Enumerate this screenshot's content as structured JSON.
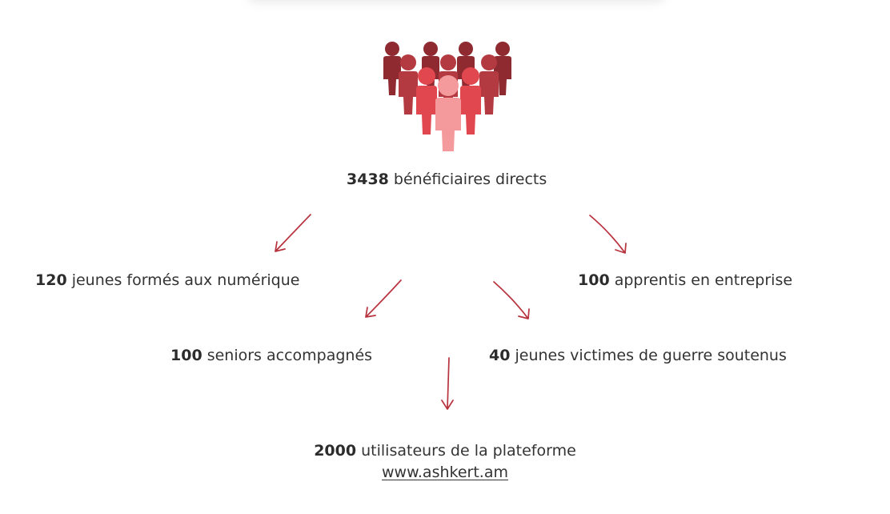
{
  "colors": {
    "arrow": "#b8323e",
    "people_dark": "#8e2a30",
    "people_mid": "#b43a42",
    "people_red": "#e0474f",
    "people_light": "#f59a9c"
  },
  "icon": "group-of-people-icon",
  "beneficiaries": {
    "number": "3438",
    "label": " bénéficiaires directs"
  },
  "items": [
    {
      "number": "120",
      "label": " jeunes formés aux numérique"
    },
    {
      "number": "100",
      "label": " apprentis en entreprise"
    },
    {
      "number": "100",
      "label": " seniors accompagnés"
    },
    {
      "number": "40",
      "label": " jeunes victimes de guerre soutenus"
    },
    {
      "number": "2000",
      "label": " utilisateurs de la plateforme"
    }
  ],
  "link": {
    "text": "www.ashkert.am"
  }
}
